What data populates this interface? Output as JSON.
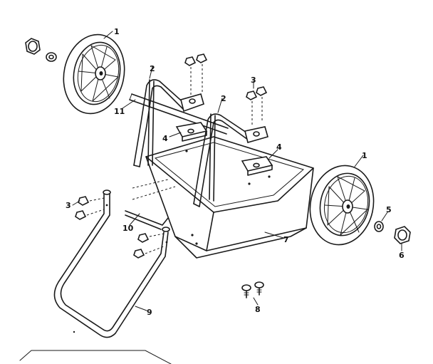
{
  "callouts": {
    "wheel_left": "1",
    "wheel_right": "1",
    "handle_left": "2",
    "handle_right": "2",
    "nut_top": "3",
    "nut_left": "3",
    "bracket_left": "4",
    "bracket_right": "4",
    "washer": "5",
    "cap_nut_right": "6",
    "hopper": "7",
    "screws": "8",
    "leg": "9",
    "brace": "10",
    "axle": "11"
  },
  "colors": {
    "line": "#1a1a1a",
    "background": "#ffffff"
  }
}
